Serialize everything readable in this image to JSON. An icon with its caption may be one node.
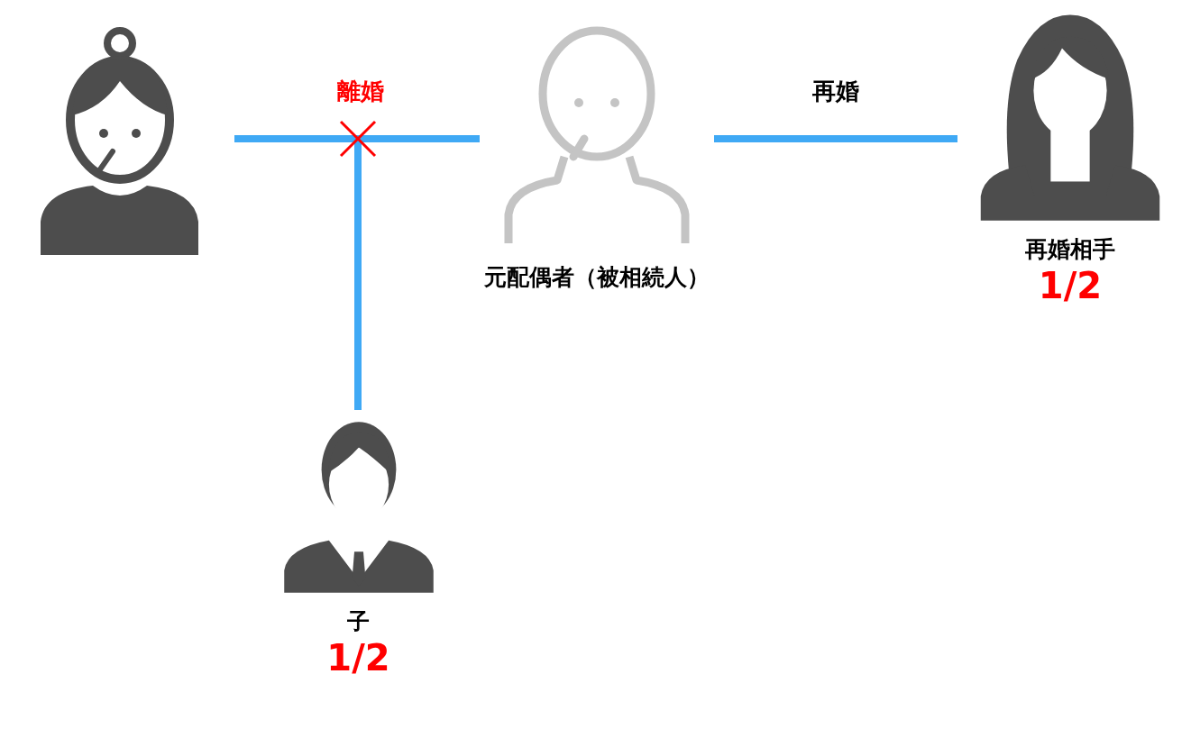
{
  "diagram": {
    "nodes": [
      {
        "text": [],
        "shape": "person"
      },
      {
        "text": [
          "元配偶者（被相続人）"
        ]
      },
      {
        "text": [
          "再婚相手"
        ],
        "beside": [
          "1/2"
        ]
      },
      {
        "text": [
          "子"
        ],
        "beside": [
          "1/2"
        ]
      }
    ],
    "edges": [
      {
        "from": 0,
        "to": 1,
        "arrow": "none",
        "label": "離婚"
      },
      {
        "from": 1,
        "to": 2,
        "arrow": "none",
        "label": "再婚"
      },
      {
        "from": 0,
        "to": 3,
        "arrow": "none"
      },
      {
        "from": 1,
        "to": 3,
        "arrow": "none"
      }
    ]
  }
}
